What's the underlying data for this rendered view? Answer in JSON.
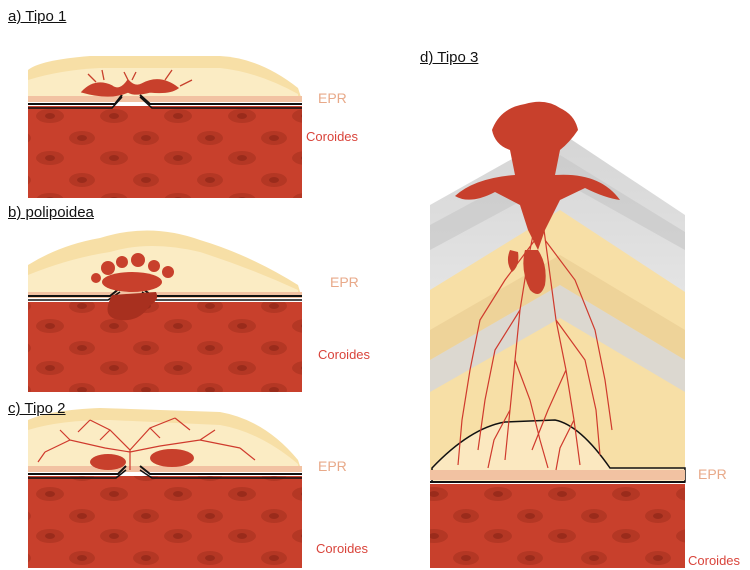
{
  "panels": {
    "a": {
      "title": "a) Tipo 1",
      "layer_top": "EPR",
      "layer_bottom": "Coroides"
    },
    "b": {
      "title": "b) polipoidea",
      "layer_top": "EPR",
      "layer_bottom": "Coroides"
    },
    "c": {
      "title": "c) Tipo 2",
      "layer_top": "EPR",
      "layer_bottom": "Coroides"
    },
    "d": {
      "title": "d) Tipo 3",
      "layer_top": "EPR",
      "layer_bottom": "Coroides"
    }
  },
  "colors": {
    "choroid": "#c8402c",
    "choroid_dark": "#a8301f",
    "retina": "#f7dfa6",
    "retina_light": "#fbecc4",
    "rpe": "#f2c2a2",
    "vessel": "#cf3a2d",
    "membrane": "#111111",
    "label_epr": "#e8a989",
    "label_coroides": "#d9443b"
  }
}
